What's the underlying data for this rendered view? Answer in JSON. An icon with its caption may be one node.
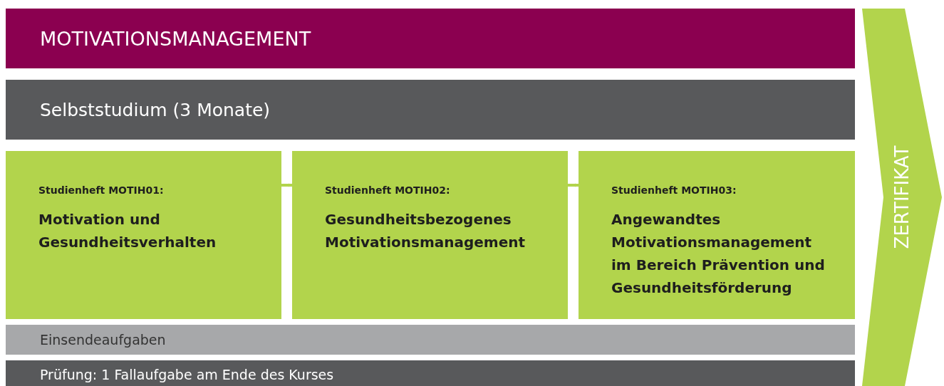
{
  "diagram": {
    "nodes": [
      {
        "text": [
          "MOTIVATIONSMANAGEMENT"
        ]
      },
      {
        "text": [
          "Selbststudium (3 Monate)"
        ]
      },
      {
        "text": [
          "Studienheft MOTIH01:",
          "Motivation und Gesundheitsverhalten"
        ]
      },
      {
        "text": [
          "Studienheft MOTIH02:",
          "Gesundheitsbezogenes Motivationsmanagement"
        ]
      },
      {
        "text": [
          "Studienheft MOTIH03:",
          "Angewandtes Motivationsmanagement im Bereich Prävention und Gesundheitsförderung"
        ]
      },
      {
        "text": [
          "Einsendeaufgaben"
        ]
      },
      {
        "text": [
          "Prüfung: 1 Fallaufgabe am Ende des Kurses"
        ]
      },
      {
        "text": [
          "ZERTIFIKAT"
        ]
      }
    ],
    "edges": [
      {
        "from": 2,
        "to": 3,
        "arrow": "to"
      },
      {
        "from": 3,
        "to": 4,
        "arrow": "to"
      }
    ]
  }
}
